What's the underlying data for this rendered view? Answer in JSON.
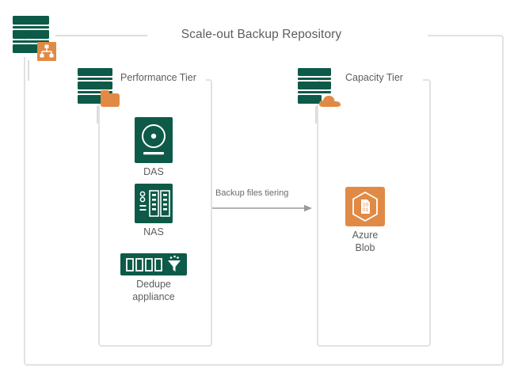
{
  "diagram": {
    "title": "Scale-out Backup Repository",
    "tiers": [
      {
        "id": "performance",
        "label": "Performance Tier"
      },
      {
        "id": "capacity",
        "label": "Capacity Tier"
      }
    ],
    "performance_items": [
      {
        "icon": "das-disk-icon",
        "label": "DAS"
      },
      {
        "icon": "nas-rack-icon",
        "label": "NAS"
      },
      {
        "icon": "dedupe-appliance-icon",
        "label": "Dedupe\nappliance",
        "line1": "Dedupe",
        "line2": "appliance"
      }
    ],
    "capacity_items": [
      {
        "icon": "azure-blob-icon",
        "label": "Azure Blob"
      }
    ],
    "flow": {
      "label": "Backup files tiering",
      "direction": "performance-to-capacity"
    },
    "root_icon": {
      "name": "backup-server-icon",
      "badge": "network-topology-badge"
    },
    "colors": {
      "green": "#0d5a48",
      "orange": "#e08a45",
      "border": "#e2e2e2",
      "text": "#5d5d5d",
      "arrow": "#9a9a9a",
      "background": "#ffffff"
    }
  }
}
